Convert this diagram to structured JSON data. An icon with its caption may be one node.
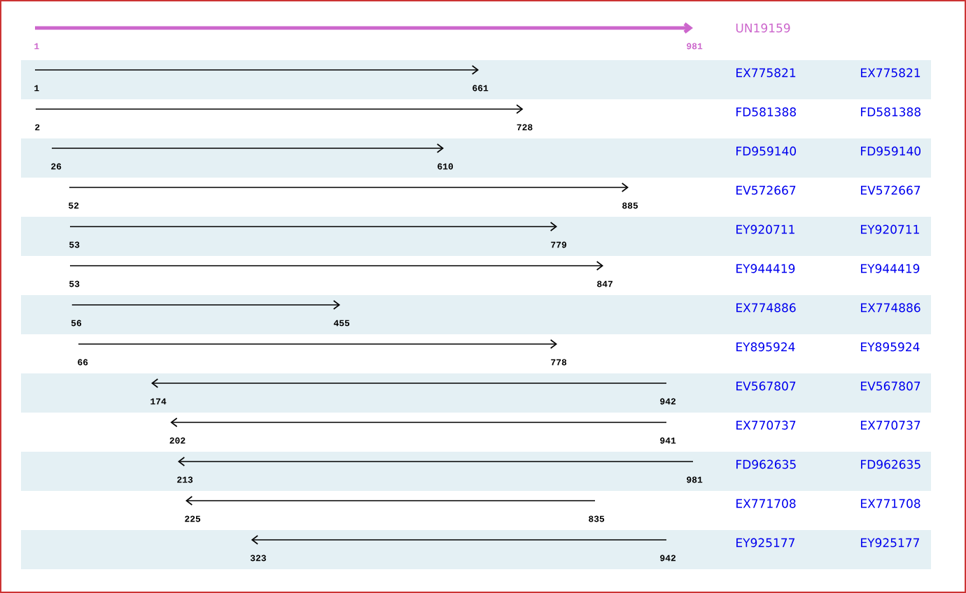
{
  "diagram": {
    "nodes": [
      {
        "text": [
          "1"
        ]
      },
      {
        "text": [
          "981"
        ]
      },
      {
        "text": [
          "1"
        ]
      },
      {
        "text": [
          "661"
        ]
      },
      {
        "text": [
          "2"
        ]
      },
      {
        "text": [
          "728"
        ]
      },
      {
        "text": [
          "26"
        ]
      },
      {
        "text": [
          "610"
        ]
      },
      {
        "text": [
          "52"
        ]
      },
      {
        "text": [
          "885"
        ]
      },
      {
        "text": [
          "53"
        ]
      },
      {
        "text": [
          "779"
        ]
      },
      {
        "text": [
          "53"
        ]
      },
      {
        "text": [
          "847"
        ]
      },
      {
        "text": [
          "56"
        ]
      },
      {
        "text": [
          "455"
        ]
      },
      {
        "text": [
          "66"
        ]
      },
      {
        "text": [
          "778"
        ]
      },
      {
        "text": [
          "174"
        ]
      },
      {
        "text": [
          "942"
        ]
      },
      {
        "text": [
          "202"
        ]
      },
      {
        "text": [
          "941"
        ]
      },
      {
        "text": [
          "213"
        ]
      },
      {
        "text": [
          "981"
        ]
      },
      {
        "text": [
          "225"
        ]
      },
      {
        "text": [
          "835"
        ]
      },
      {
        "text": [
          "323"
        ]
      },
      {
        "text": [
          "942"
        ]
      }
    ],
    "edges": [
      {
        "from": 0,
        "to": 1,
        "arrow": "to",
        "style": "thick",
        "color": "#cc66cc"
      },
      {
        "from": 2,
        "to": 3,
        "arrow": "to"
      },
      {
        "from": 4,
        "to": 5,
        "arrow": "to"
      },
      {
        "from": 6,
        "to": 7,
        "arrow": "to"
      },
      {
        "from": 8,
        "to": 9,
        "arrow": "to"
      },
      {
        "from": 10,
        "to": 11,
        "arrow": "to"
      },
      {
        "from": 12,
        "to": 13,
        "arrow": "to"
      },
      {
        "from": 14,
        "to": 15,
        "arrow": "to"
      },
      {
        "from": 16,
        "to": 17,
        "arrow": "to"
      },
      {
        "from": 19,
        "to": 18,
        "arrow": "to"
      },
      {
        "from": 21,
        "to": 20,
        "arrow": "to"
      },
      {
        "from": 23,
        "to": 22,
        "arrow": "to"
      },
      {
        "from": 25,
        "to": 24,
        "arrow": "to"
      },
      {
        "from": 27,
        "to": 26,
        "arrow": "to"
      }
    ],
    "labels": [
      "UN19159",
      "EX775821",
      "EX775821",
      "FD581388",
      "FD581388",
      "FD959140",
      "FD959140",
      "EV572667",
      "EV572667",
      "EY920711",
      "EY920711",
      "EY944419",
      "EY944419",
      "EX774886",
      "EX774886",
      "EY895924",
      "EY895924",
      "EV567807",
      "EV567807",
      "EX770737",
      "EX770737",
      "FD962635",
      "FD962635",
      "EX771708",
      "EX771708",
      "EY925177",
      "EY925177"
    ]
  }
}
